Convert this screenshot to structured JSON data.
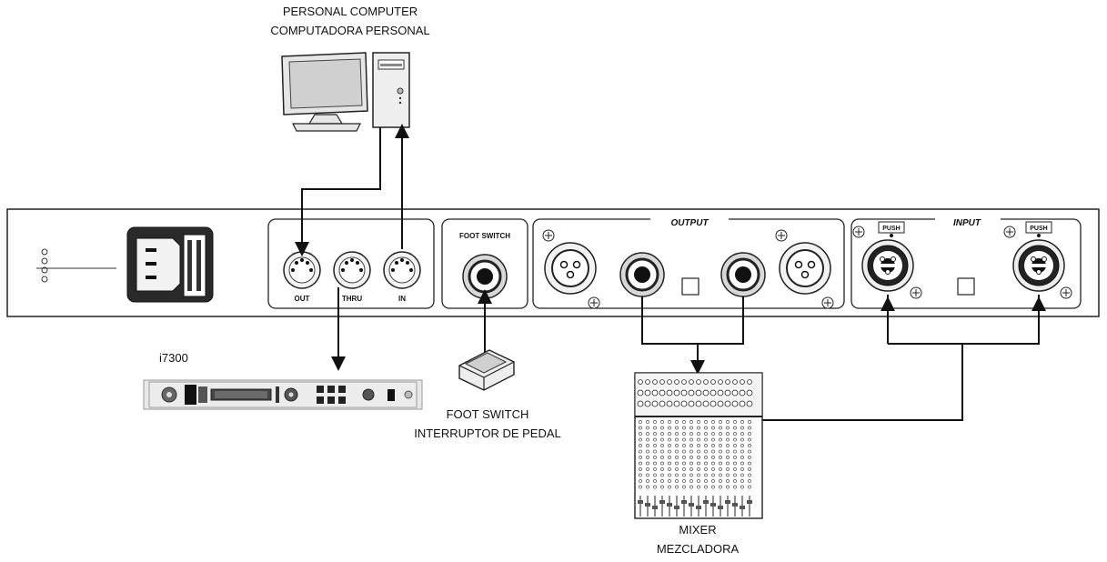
{
  "computer": {
    "line1": "PERSONAL COMPUTER",
    "line2": "COMPUTADORA PERSONAL"
  },
  "midi": {
    "out": "OUT",
    "thru": "THRU",
    "in": "IN"
  },
  "foot_switch_panel": {
    "label": "FOOT SWITCH"
  },
  "output_panel": {
    "label": "OUTPUT"
  },
  "input_panel": {
    "label": "INPUT",
    "push": "PUSH"
  },
  "device": {
    "name": "i7300"
  },
  "pedal": {
    "line1": "FOOT SWITCH",
    "line2": "INTERRUPTOR DE PEDAL"
  },
  "mixer": {
    "line1": "MIXER",
    "line2": "MEZCLADORA"
  }
}
